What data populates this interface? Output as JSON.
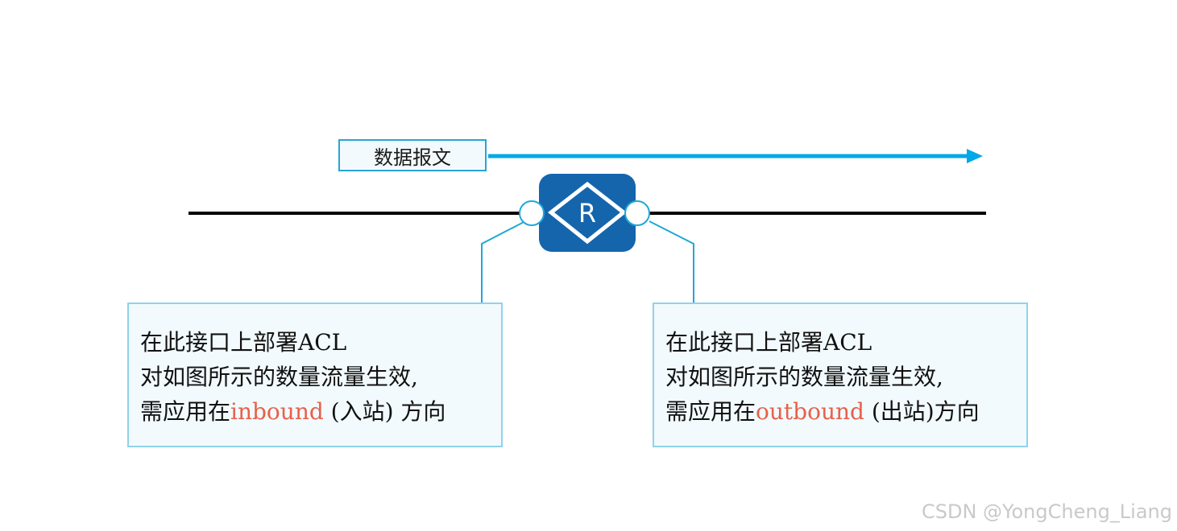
{
  "packet": {
    "label": "数据报文"
  },
  "router": {
    "icon_letter": "R",
    "icon": "router-icon"
  },
  "notes": {
    "inbound": {
      "line1": "在此接口上部署ACL",
      "line2": "对如图所示的数量流量生效,",
      "line3_prefix": "需应用在",
      "line3_highlight": "inbound",
      "line3_suffix": " (入站) 方向"
    },
    "outbound": {
      "line1": "在此接口上部署ACL",
      "line2": "对如图所示的数量流量生效,",
      "line3_prefix": "需应用在",
      "line3_highlight": "outbound",
      "line3_suffix": " (出站)方向"
    }
  },
  "watermark": "CSDN @YongCheng_Liang",
  "colors": {
    "arrow": "#00a8e8",
    "router_body": "#1565ad",
    "connector": "#1fa8d8",
    "highlight": "#e8604a",
    "link": "#000000"
  }
}
